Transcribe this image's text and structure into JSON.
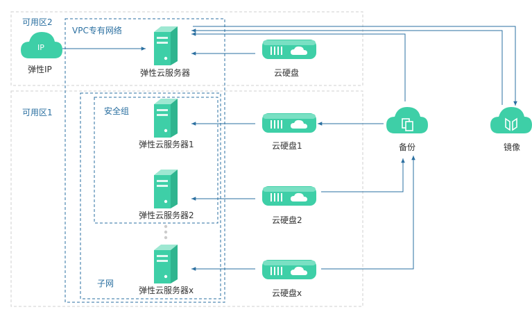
{
  "zones": {
    "zone2": "可用区2",
    "zone1": "可用区1"
  },
  "vpc": "VPC专有网络",
  "security_group": "安全组",
  "subnet": "子网",
  "eip": {
    "badge": "IP",
    "label": "弹性IP"
  },
  "servers": {
    "top": "弹性云服务器",
    "s1": "弹性云服务器1",
    "s2": "弹性云服务器2",
    "sx": "弹性云服务器x"
  },
  "disks": {
    "top": "云硬盘",
    "d1": "云硬盘1",
    "d2": "云硬盘2",
    "dx": "云硬盘x"
  },
  "backup": "备份",
  "image": "镜像",
  "colors": {
    "accent_green": "#3ecfa7",
    "line_blue": "#2a6fa0",
    "label_blue": "#2a6fa0",
    "zone_border": "#d0d0d0"
  }
}
